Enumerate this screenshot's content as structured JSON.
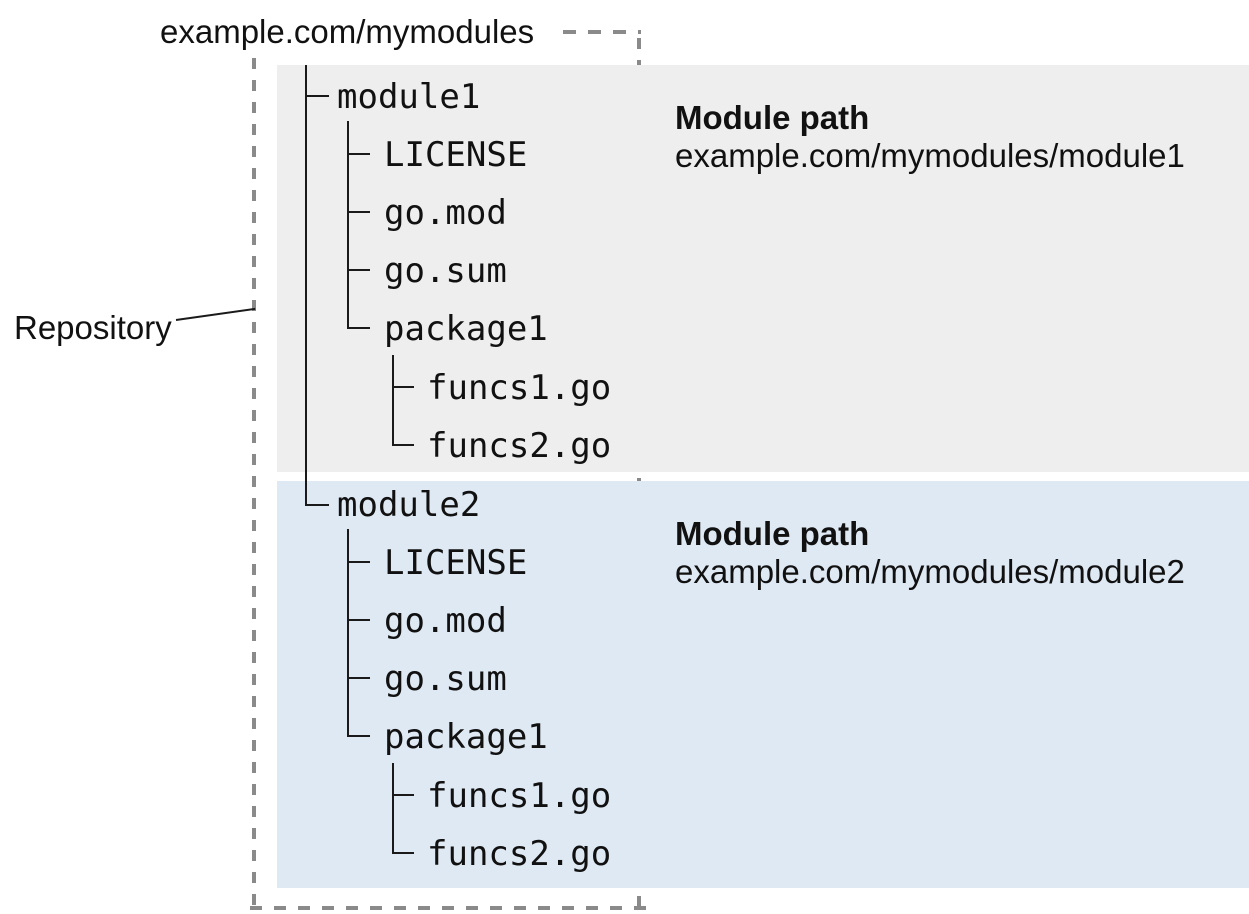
{
  "diagram": {
    "repository_url": "example.com/mymodules",
    "repository_label": "Repository",
    "module_path_heading": "Module path",
    "colors": {
      "module1_bg": "#eeeeee",
      "module2_bg": "#dfe9f4",
      "dotted_border": "#8a8a8a",
      "tree_line": "#1a1a1a",
      "text": "#111111"
    },
    "modules": [
      {
        "name": "module1",
        "module_path": "example.com/mymodules/module1",
        "files": [
          "LICENSE",
          "go.mod",
          "go.sum",
          "package1",
          "funcs1.go",
          "funcs2.go"
        ]
      },
      {
        "name": "module2",
        "module_path": "example.com/mymodules/module2",
        "files": [
          "LICENSE",
          "go.mod",
          "go.sum",
          "package1",
          "funcs1.go",
          "funcs2.go"
        ]
      }
    ]
  }
}
